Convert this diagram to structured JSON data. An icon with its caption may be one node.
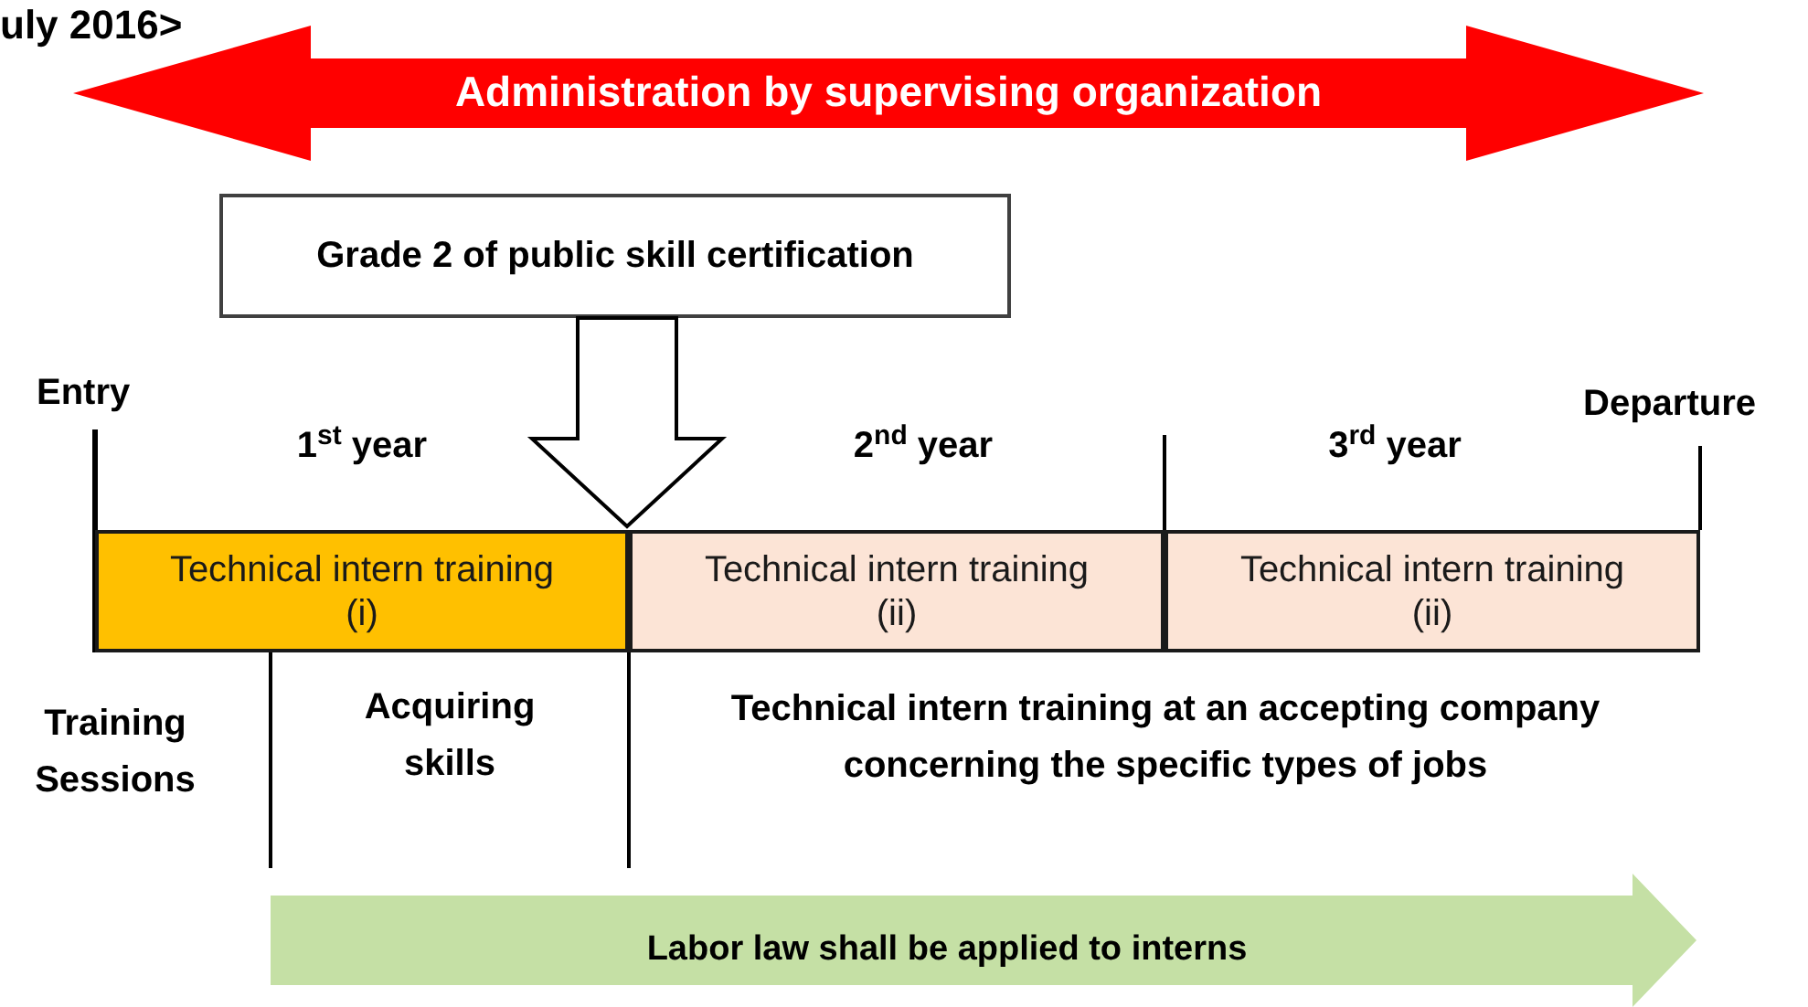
{
  "diagram": {
    "nodes": [
      {
        "text": [
          "Administration by supervising organization"
        ]
      },
      {
        "text": [
          "Grade 2 of public skill certification"
        ]
      },
      {
        "text": [
          "Technical intern training (i)"
        ]
      },
      {
        "text": [
          "Technical intern training (ii)"
        ]
      },
      {
        "text": [
          "Technical intern training (ii)"
        ]
      },
      {
        "text": [
          "Labor law shall be applied to interns"
        ]
      }
    ],
    "edges": [
      {
        "from": 1,
        "to": 2,
        "arrow": "to"
      }
    ],
    "labels": [
      "uly 2016>",
      "Entry",
      "Departure",
      "1$^{st}$ year",
      "2$^{nd}$ year",
      "3$^{rd}$ year",
      "Training Sessions",
      "Acquiring skills",
      "Technical intern training at an accepting company concerning the specific types of jobs"
    ]
  }
}
